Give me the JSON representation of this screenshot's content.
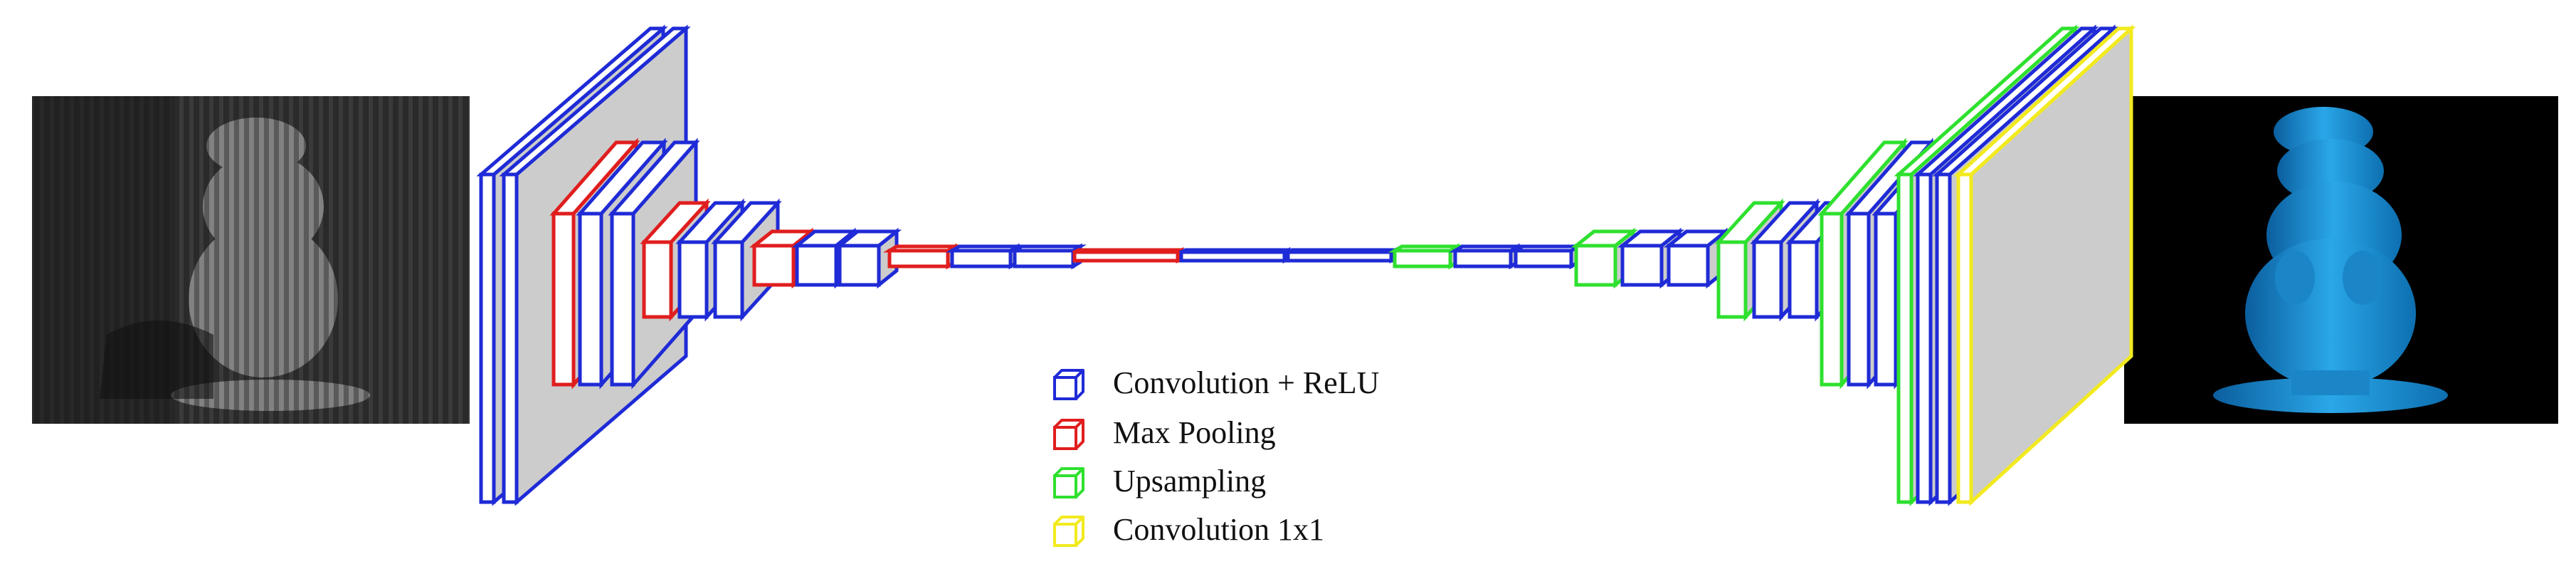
{
  "colors": {
    "conv_relu": "#1f2bd6",
    "max_pooling": "#e01e1e",
    "upsampling": "#2fe02f",
    "conv_1x1": "#f2ea1e",
    "feature_face": "#cccccc",
    "input_bg": "#2a2a2a",
    "output_bg": "#000000",
    "output_object": "#1e90d6"
  },
  "legend": [
    {
      "key": "conv_relu",
      "label": "Convolution + ReLU",
      "icon": "cube-icon"
    },
    {
      "key": "max_pooling",
      "label": "Max Pooling",
      "icon": "cube-icon"
    },
    {
      "key": "upsampling",
      "label": "Upsampling",
      "icon": "cube-icon"
    },
    {
      "key": "conv_1x1",
      "label": "Convolution 1x1",
      "icon": "cube-icon"
    }
  ],
  "images": {
    "input": "fringe-pattern-statue-image",
    "output": "3d-reconstruction-statue-image"
  },
  "layers_encoder": [
    "conv_relu",
    "conv_relu",
    "max_pooling",
    "conv_relu",
    "conv_relu",
    "max_pooling",
    "conv_relu",
    "conv_relu",
    "max_pooling",
    "conv_relu",
    "conv_relu",
    "max_pooling",
    "conv_relu",
    "conv_relu",
    "max_pooling",
    "conv_relu",
    "conv_relu"
  ],
  "layers_decoder": [
    "upsampling",
    "conv_relu",
    "conv_relu",
    "upsampling",
    "conv_relu",
    "conv_relu",
    "upsampling",
    "conv_relu",
    "conv_relu",
    "upsampling",
    "conv_relu",
    "conv_relu",
    "upsampling",
    "conv_relu",
    "conv_relu",
    "conv_1x1"
  ]
}
